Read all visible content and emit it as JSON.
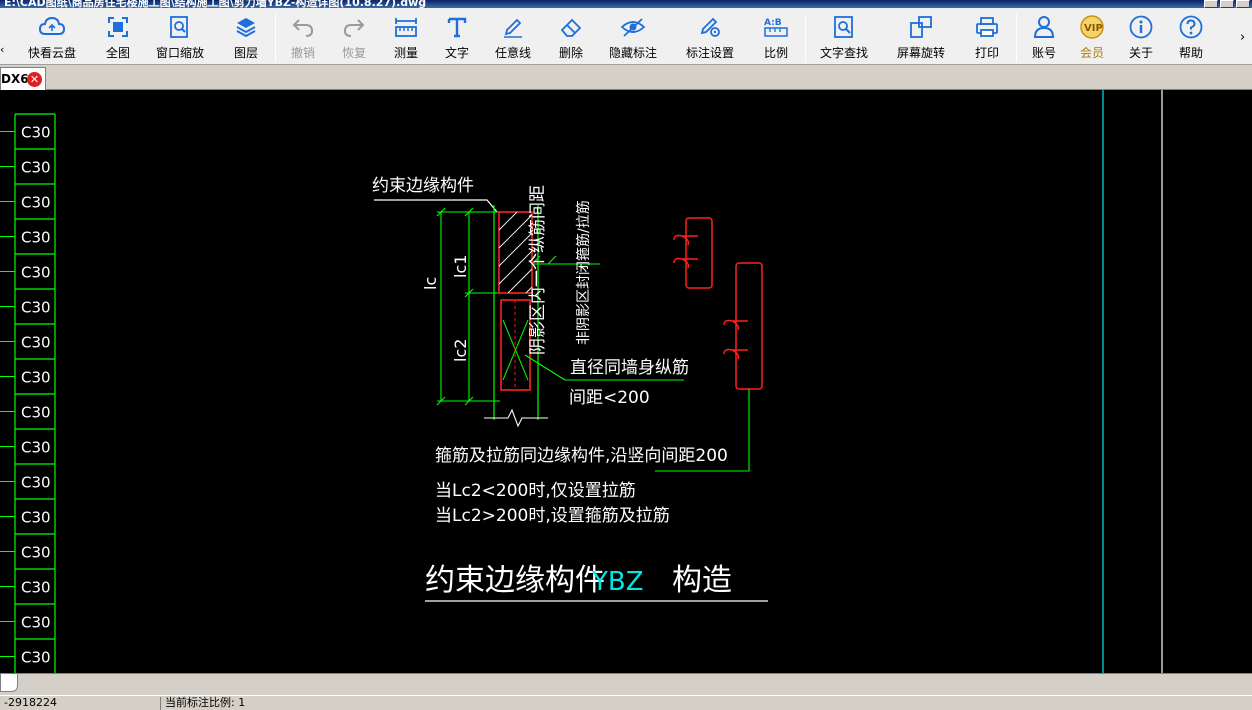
{
  "window": {
    "title": "E:\\CAD图纸\\商品房住宅楼施工图\\结构施工图\\剪力墙YBZ-构造详图(10.8.27).dwg"
  },
  "toolbar": {
    "items": [
      {
        "label": "快看云盘",
        "icon": "cloud-icon"
      },
      {
        "label": "全图",
        "icon": "fullview-icon"
      },
      {
        "label": "窗口缩放",
        "icon": "zoom-window-icon"
      },
      {
        "label": "图层",
        "icon": "layers-icon"
      },
      {
        "label": "撤销",
        "icon": "undo-icon"
      },
      {
        "label": "恢复",
        "icon": "redo-icon"
      },
      {
        "label": "测量",
        "icon": "ruler-icon"
      },
      {
        "label": "文字",
        "icon": "text-icon"
      },
      {
        "label": "任意线",
        "icon": "pen-icon"
      },
      {
        "label": "删除",
        "icon": "eraser-icon"
      },
      {
        "label": "隐藏标注",
        "icon": "eye-hide-icon"
      },
      {
        "label": "标注设置",
        "icon": "annotation-settings-icon"
      },
      {
        "label": "比例",
        "icon": "scale-icon"
      },
      {
        "label": "文字查找",
        "icon": "text-search-icon"
      },
      {
        "label": "屏幕旋转",
        "icon": "rotate-icon"
      },
      {
        "label": "打印",
        "icon": "printer-icon"
      },
      {
        "label": "账号",
        "icon": "user-icon"
      },
      {
        "label": "会员",
        "icon": "vip-icon"
      },
      {
        "label": "关于",
        "icon": "info-icon"
      },
      {
        "label": "帮助",
        "icon": "help-icon"
      }
    ]
  },
  "tab": {
    "label": "DX6"
  },
  "drawing": {
    "concrete_labels": [
      "C30",
      "C30",
      "C30",
      "C30",
      "C30",
      "C30",
      "C30",
      "C30",
      "C30",
      "C30",
      "C30",
      "C30",
      "C30",
      "C30",
      "C30",
      "C30"
    ],
    "constraint_edge_label": "约束边缘构件",
    "lc_label": "lc",
    "lc1_label": "lc1",
    "lc2_label": "lc2",
    "shadow_spacing_label": "阴影区内一个纵筋间距",
    "non_shadow_label": "非阴影区封闭箍筋/拉筋",
    "diameter_note": "直径同墙身纵筋",
    "spacing_note": "间距<200",
    "stirrup_note": "箍筋及拉筋同边缘构件,沿竖向间距200",
    "lc2_less_note": "当Lc2<200时,仅设置拉筋",
    "lc2_greater_note": "当Lc2>200时,设置箍筋及拉筋",
    "title_main": "约束边缘构件",
    "title_code": "YBZ",
    "title_suffix": "构造"
  },
  "status": {
    "coordinate": "-2918224",
    "scale_label": "当前标注比例: 1"
  },
  "colors": {
    "cad_background": "#000000",
    "cad_green": "#00ff00",
    "cad_red": "#ff2020",
    "cad_white": "#ffffff",
    "cad_cyan": "#00e5e5"
  }
}
